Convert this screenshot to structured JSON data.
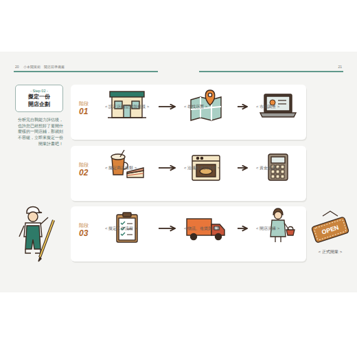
{
  "diagram": {
    "nodes": [
      {
        "text": [
          "- Step 02 -",
          "擬定一份 開店企劃"
        ]
      },
      {
        "text": [
          "階段",
          "01"
        ]
      },
      {
        "text": [
          "< 設定店鋪型式與規模 >"
        ],
        "in": 1
      },
      {
        "text": [
          "< 尋找店面 >"
        ],
        "in": 1
      },
      {
        "text": [
          "< 市場調查 >"
        ],
        "in": 1
      },
      {
        "text": [
          "階段",
          "02"
        ]
      },
      {
        "text": [
          "< 擬定商品種類 >"
        ],
        "in": 5
      },
      {
        "text": [
          "< 洽議廚房與器材 >"
        ],
        "in": 5
      },
      {
        "text": [
          "< 資金規劃 >"
        ],
        "in": 5
      },
      {
        "text": [
          "階段",
          "03"
        ]
      },
      {
        "text": [
          "< 擬定工作流程 >"
        ],
        "in": 9
      },
      {
        "text": [
          "< 物流、進貨與出貨 >"
        ],
        "in": 9
      },
      {
        "text": [
          "< 開店演練 >"
        ],
        "in": 9
      },
      {
        "text": [
          "OPEN",
          "< 正式開業 >"
        ]
      }
    ],
    "edges": [
      {
        "from": 2,
        "to": 3,
        "arrow": "to"
      },
      {
        "from": 3,
        "to": 4,
        "arrow": "to"
      },
      {
        "from": 6,
        "to": 7,
        "arrow": "to"
      },
      {
        "from": 7,
        "to": 8,
        "arrow": "to"
      },
      {
        "from": 10,
        "to": 11,
        "arrow": "to"
      },
      {
        "from": 11,
        "to": 12,
        "arrow": "to"
      }
    ],
    "labels": [
      "20",
      "小本開業術　開店前準備篇",
      "21",
      "分析完自我能力評估後，也許您已經想好了要開什麼樣的一間店鋪，那就刻不容緩，立即來擬定一份開業計畫吧！"
    ]
  }
}
